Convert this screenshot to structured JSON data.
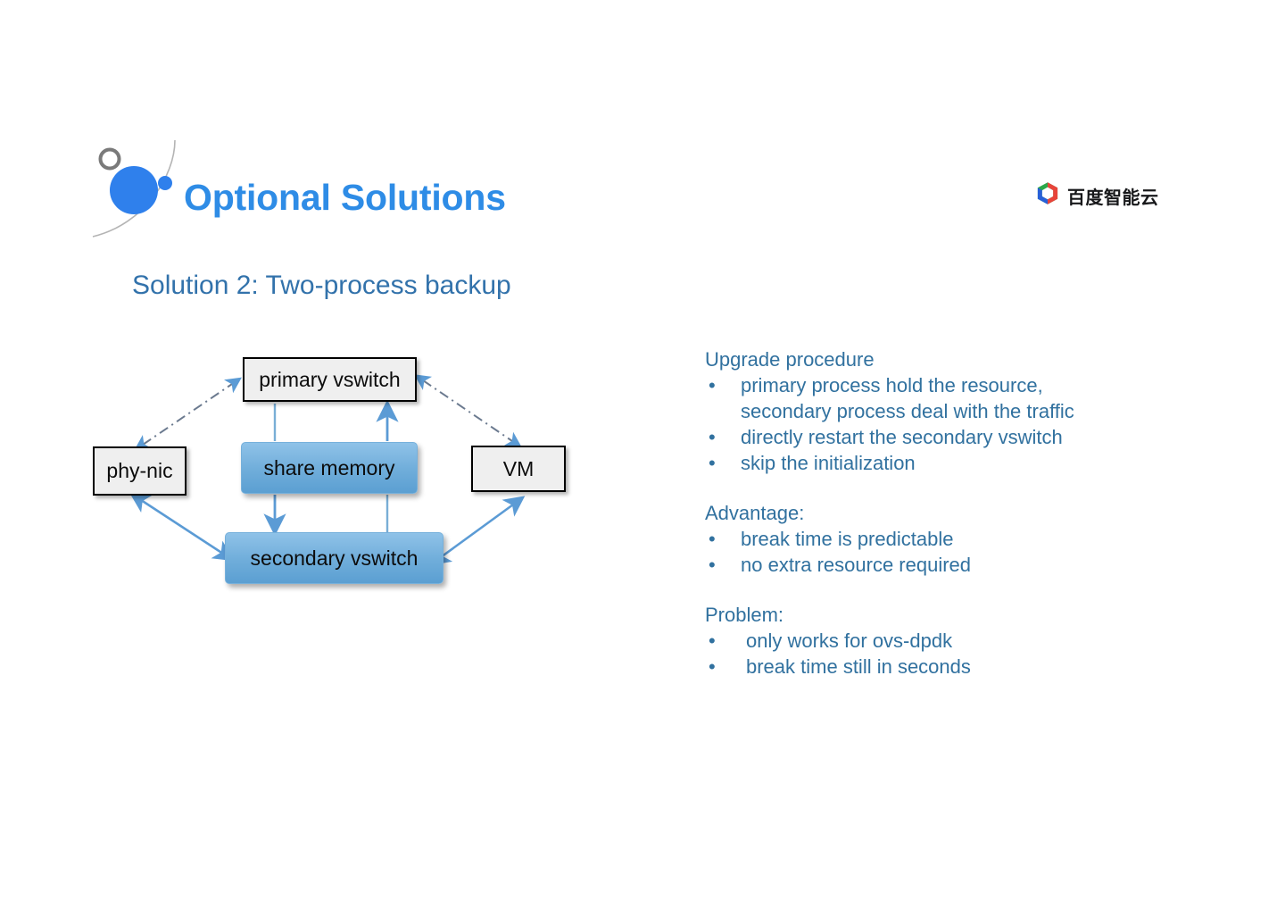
{
  "header": {
    "title": "Optional Solutions",
    "brand_mark_name": "decorative-circles-mark",
    "logo": {
      "text": "百度智能云",
      "icon_name": "baidu-cloud-hexagon-icon",
      "colors": {
        "green": "#2ba84a",
        "red": "#e8443a",
        "blue": "#2860d8",
        "text": "#17181a"
      }
    },
    "accent_color": "#2e8ce6"
  },
  "section": {
    "title": "Solution 2: Two-process backup",
    "title_color": "#3272ab"
  },
  "diagram": {
    "name": "two-process-backup-architecture",
    "nodes": [
      {
        "id": "primary-vswitch",
        "label": "primary vswitch",
        "style": "plain",
        "fill": "#efefef"
      },
      {
        "id": "phy-nic",
        "label": "phy-nic",
        "style": "plain",
        "fill": "#efefef"
      },
      {
        "id": "share-memory",
        "label": "share memory",
        "style": "blue",
        "fill": "#6fadda"
      },
      {
        "id": "vm",
        "label": "VM",
        "style": "plain",
        "fill": "#efefef"
      },
      {
        "id": "secondary-vswitch",
        "label": "secondary vswitch",
        "style": "blue",
        "fill": "#6fadda"
      }
    ],
    "connectors": [
      {
        "from": "phy-nic",
        "to": "primary-vswitch",
        "style": "dash-dot",
        "arrows": "both"
      },
      {
        "from": "primary-vswitch",
        "to": "vm",
        "style": "dash-dot",
        "arrows": "both"
      },
      {
        "from": "phy-nic",
        "to": "secondary-vswitch",
        "style": "solid",
        "arrows": "both"
      },
      {
        "from": "secondary-vswitch",
        "to": "vm",
        "style": "solid",
        "arrows": "both"
      },
      {
        "from": "primary-vswitch",
        "to": "share-memory",
        "style": "solid",
        "arrows": "none"
      },
      {
        "from": "share-memory",
        "to": "primary-vswitch",
        "style": "solid",
        "arrows": "end-up"
      },
      {
        "from": "share-memory",
        "to": "secondary-vswitch",
        "style": "solid",
        "arrows": "end-down"
      },
      {
        "from": "secondary-vswitch",
        "to": "share-memory",
        "style": "solid",
        "arrows": "none"
      }
    ],
    "line_color": "#5b9bd5",
    "dash_color": "#6b7a8f"
  },
  "notes": {
    "upgrade": {
      "heading": "Upgrade procedure",
      "items": [
        {
          "line1": "primary process hold the resource,",
          "line2": "secondary process deal with the traffic"
        },
        {
          "line1": "directly restart the secondary vswitch"
        },
        {
          "line1": "skip the initialization"
        }
      ]
    },
    "advantage": {
      "heading": "Advantage:",
      "items": [
        {
          "line1": "break time is predictable"
        },
        {
          "line1": "no extra resource required"
        }
      ]
    },
    "problem": {
      "heading": "Problem:",
      "items": [
        {
          "line1": "only works for ovs-dpdk"
        },
        {
          "line1": "break time still in seconds"
        }
      ]
    },
    "bullet_glyph": "•",
    "text_color": "#31719f"
  }
}
